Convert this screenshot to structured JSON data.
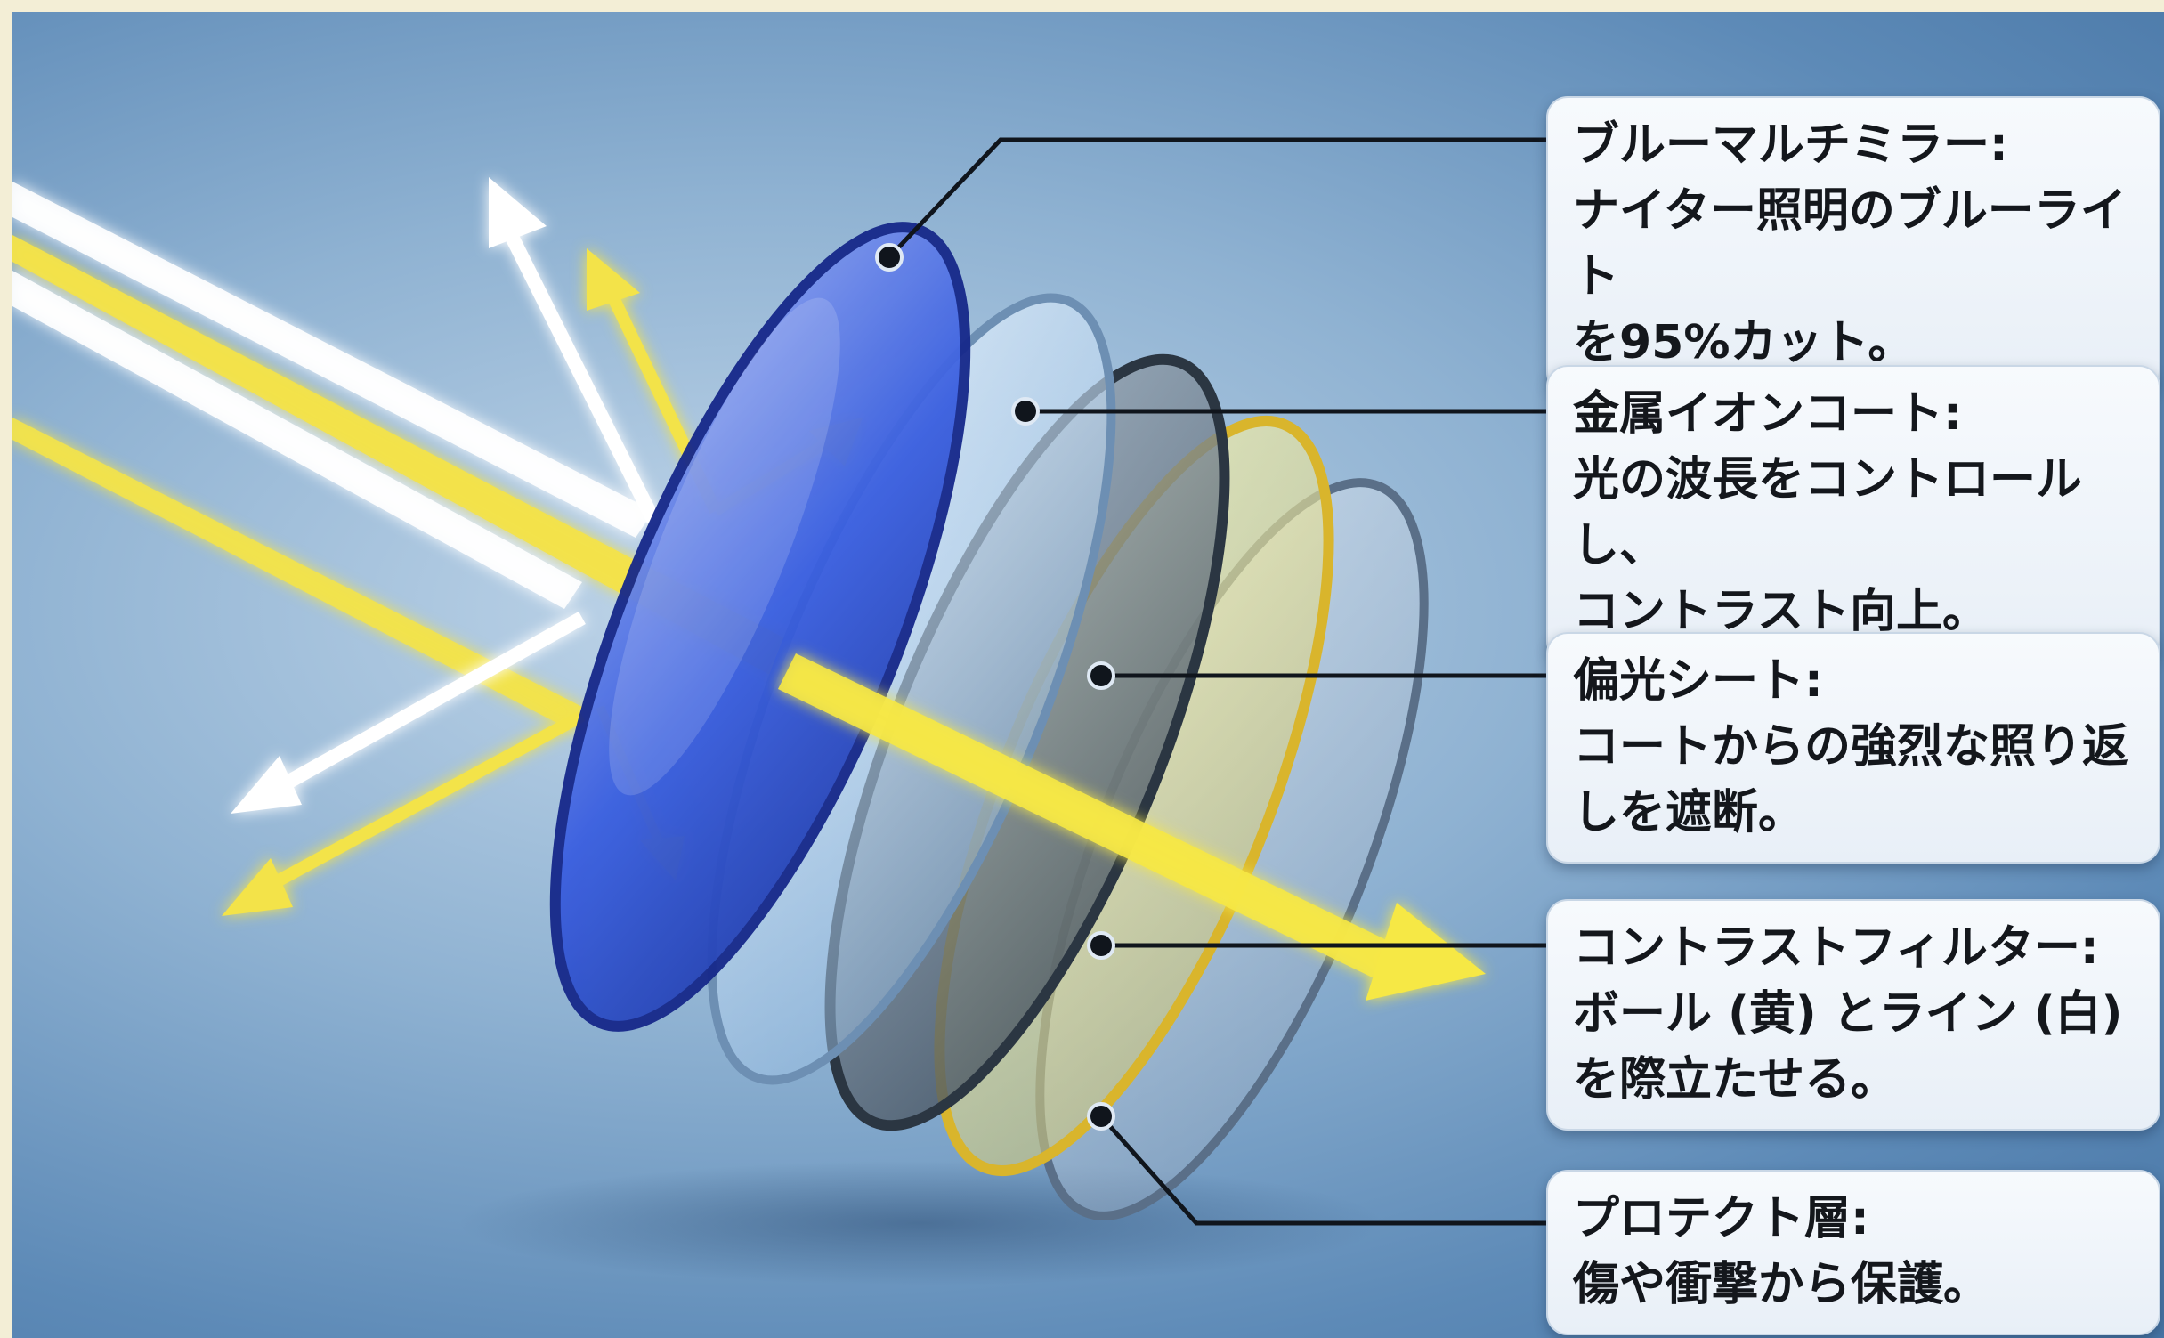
{
  "palette": {
    "background": "#5d8ab7",
    "blue_lens": "#2f4fc8",
    "yellow_ray": "#f3e34a",
    "white_ray": "#ffffff",
    "callout_bg": "#eef4fa"
  },
  "layers": [
    {
      "title": "ブルーマルチミラー:",
      "desc": "ナイター照明のブルーライト\nを95%カット。"
    },
    {
      "title": "金属イオンコート:",
      "desc": "光の波長をコントロールし、\nコントラスト向上。"
    },
    {
      "title": "偏光シート:",
      "desc": "コートからの強烈な照り返\nしを遮断。"
    },
    {
      "title": "コントラストフィルター:",
      "desc": "ボール (黄) とライン (白)\nを際立たせる。"
    },
    {
      "title": "プロテクト層:",
      "desc": "傷や衝撃から保護。"
    }
  ]
}
